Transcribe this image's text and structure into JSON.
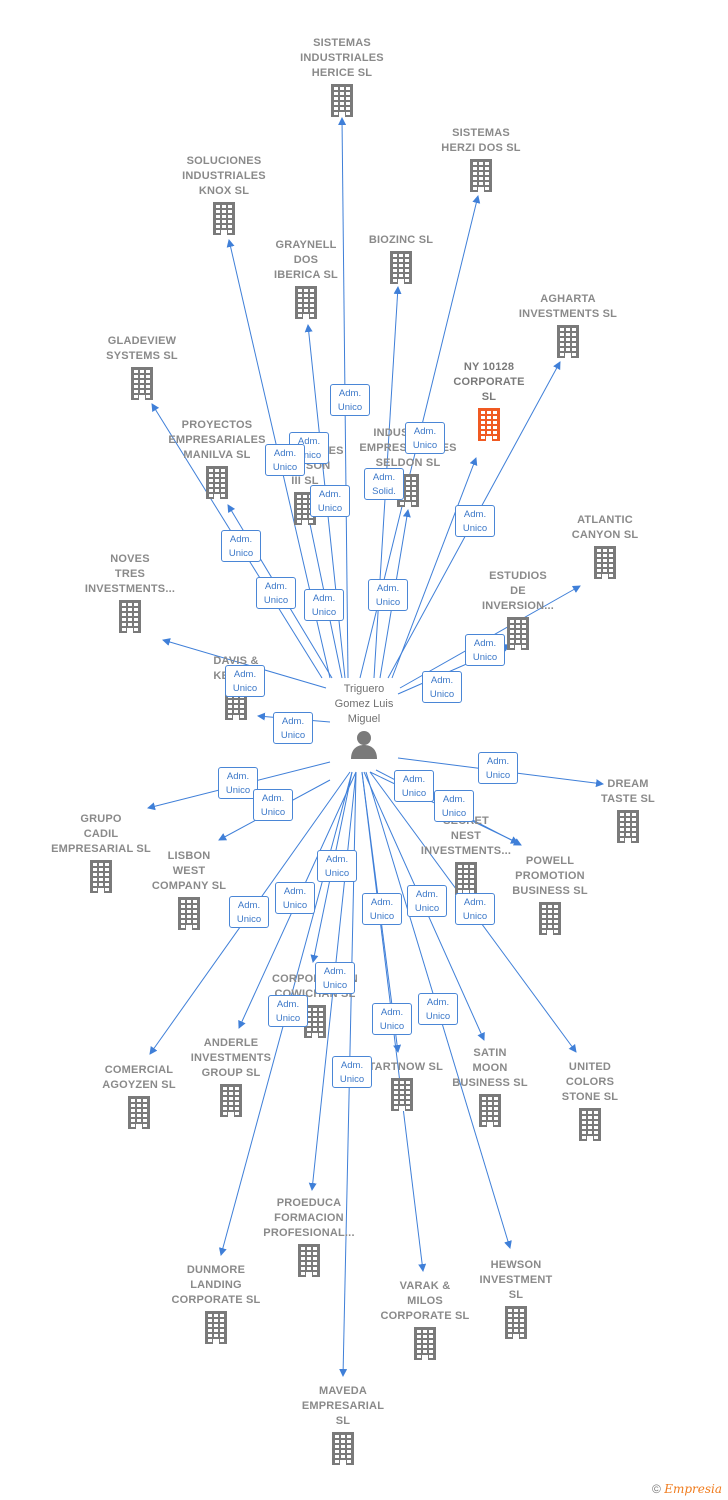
{
  "colors": {
    "edge": "#3f7fd8",
    "building": "#7a7a7a",
    "highlight": "#f05a22",
    "text": "#8a8a8a"
  },
  "person": {
    "label": "Triguero\nGomez Luis\nMiguel",
    "icon": "person-icon"
  },
  "companies": [
    {
      "id": "sistemas-industriales-herice",
      "label": "SISTEMAS\nINDUSTRIALES\nHERICE  SL"
    },
    {
      "id": "sistemas-herzi-dos",
      "label": "SISTEMAS\nHERZI DOS SL"
    },
    {
      "id": "soluciones-industriales-knox",
      "label": "SOLUCIONES\nINDUSTRIALES\nKNOX SL"
    },
    {
      "id": "graynell-dos-iberica",
      "label": "GRAYNELL\nDOS\nIBERICA  SL"
    },
    {
      "id": "biozinc",
      "label": "BIOZINC SL"
    },
    {
      "id": "agharta-investments",
      "label": "AGHARTA\nINVESTMENTS SL"
    },
    {
      "id": "gladeview-systems",
      "label": "GLADEVIEW\nSYSTEMS  SL"
    },
    {
      "id": "ny-10128-corporate",
      "label": "NY 10128\nCORPORATE\nSL",
      "highlight": true
    },
    {
      "id": "proyectos-empresariales-manilva",
      "label": "PROYECTOS\nEMPRESARIALES\nMANILVA SL"
    },
    {
      "id": "inversiones-dawson",
      "label": "INVERSIONES\nDAWSON\nIII SL"
    },
    {
      "id": "industrias-empresariales-seldon",
      "label": "INDUSTRIAS\nEMPRESARIALES\nSELDON SL"
    },
    {
      "id": "atlantic-canyon",
      "label": "ATLANTIC\nCANYON SL"
    },
    {
      "id": "noves-tres-investments",
      "label": "NOVES\nTRES\nINVESTMENTS..."
    },
    {
      "id": "estudios-de-inversion",
      "label": "ESTUDIOS\nDE\nINVERSION..."
    },
    {
      "id": "davis-keller",
      "label": "DAVIS &\nKELLER"
    },
    {
      "id": "dream-taste",
      "label": "DREAM\nTASTE SL"
    },
    {
      "id": "grupo-cadil-empresarial",
      "label": "GRUPO\nCADIL\nEMPRESARIAL SL"
    },
    {
      "id": "secret-nest-investments",
      "label": "SECRET\nNEST\nINVESTMENTS..."
    },
    {
      "id": "lisbon-west-company",
      "label": "LISBON\nWEST\nCOMPANY  SL"
    },
    {
      "id": "powell-promotion-business",
      "label": "POWELL\nPROMOTION\nBUSINESS  SL"
    },
    {
      "id": "corporacion-cowichan",
      "label": "CORPORACION\nCOWICHAN SL"
    },
    {
      "id": "comercial-agoyzen",
      "label": "COMERCIAL\nAGOYZEN SL"
    },
    {
      "id": "anderle-investments-group",
      "label": "ANDERLE\nINVESTMENTS\nGROUP SL"
    },
    {
      "id": "startnow",
      "label": "STARTNOW SL"
    },
    {
      "id": "satin-moon-business",
      "label": "SATIN\nMOON\nBUSINESS SL"
    },
    {
      "id": "united-colors-stone",
      "label": "UNITED\nCOLORS\nSTONE SL"
    },
    {
      "id": "proeduca-formacion-profesional",
      "label": "PROEDUCA\nFORMACION\nPROFESIONAL..."
    },
    {
      "id": "dunmore-landing-corporate",
      "label": "DUNMORE\nLANDING\nCORPORATE SL"
    },
    {
      "id": "hewson-investment",
      "label": "HEWSON\nINVESTMENT\nSL"
    },
    {
      "id": "varak-milos-corporate",
      "label": "VARAK &\nMILOS\nCORPORATE SL"
    },
    {
      "id": "maveda-empresarial",
      "label": "MAVEDA\nEMPRESARIAL\nSL"
    }
  ],
  "badges": [
    {
      "label": "Adm.\nUnico"
    },
    {
      "label": "Adm.\nUnico"
    },
    {
      "label": "Adm.\nUnico"
    },
    {
      "label": "Adm.\nUnico"
    },
    {
      "label": "Adm.\nSolid."
    },
    {
      "label": "Adm.\nUnico"
    },
    {
      "label": "Adm.\nUnico"
    },
    {
      "label": "Adm.\nUnico"
    },
    {
      "label": "Adm.\nUnico"
    },
    {
      "label": "Adm.\nUnico"
    },
    {
      "label": "Adm.\nUnico"
    },
    {
      "label": "Adm.\nUnico"
    },
    {
      "label": "Adm.\nUnico"
    },
    {
      "label": "Adm.\nUnico"
    },
    {
      "label": "Adm.\nUnico"
    },
    {
      "label": "Adm.\nUnico"
    },
    {
      "label": "Adm.\nUnico"
    },
    {
      "label": "Adm.\nUnico"
    },
    {
      "label": "Adm.\nUnico"
    },
    {
      "label": "Adm.\nUnico"
    },
    {
      "label": "Adm.\nUnico"
    },
    {
      "label": "Adm.\nUnico"
    },
    {
      "label": "Adm.\nUnico"
    },
    {
      "label": "Adm.\nUnico"
    },
    {
      "label": "Adm.\nUnico"
    },
    {
      "label": "Adm.\nUnico"
    },
    {
      "label": "Adm.\nUnico"
    },
    {
      "label": "Adm.\nUnico"
    },
    {
      "label": "Adm.\nUnico"
    },
    {
      "label": "Adm.\nUnico"
    },
    {
      "label": "Adm.\nUnico"
    }
  ],
  "footer": {
    "copyright": "©",
    "brand": "Empresia"
  }
}
